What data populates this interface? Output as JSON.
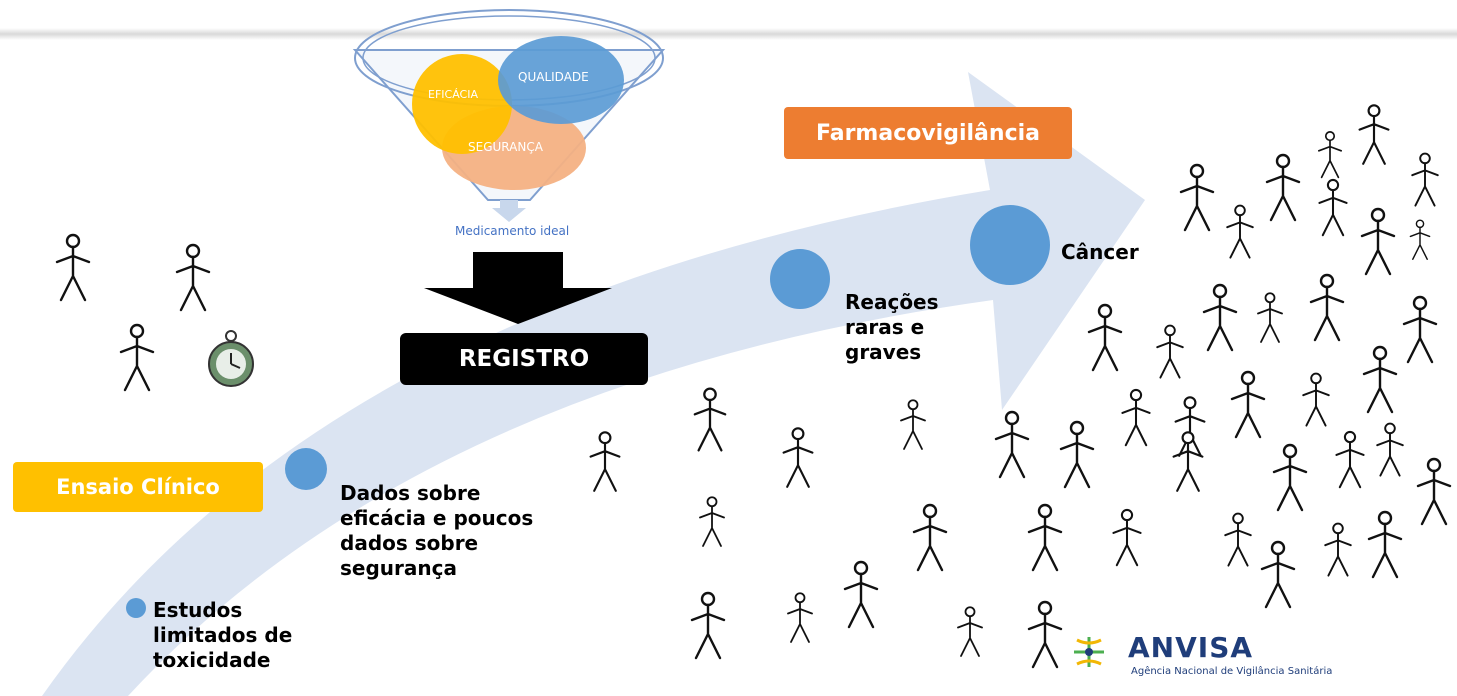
{
  "funnel": {
    "efficacy_label": "EFICÁCIA",
    "quality_label": "QUALIDADE",
    "safety_label": "SEGURANÇA",
    "caption": "Medicamento ideal"
  },
  "register_label": "REGISTRO",
  "pharmacovigilance_label": "Farmacovigilância",
  "clinical_trial_label": "Ensaio Clínico",
  "milestones": {
    "toxicity_studies": "Estudos limitados de toxicidade",
    "efficacy_data": "Dados sobre eficácia e poucos dados sobre segurança",
    "rare_reactions": "Reações raras e graves",
    "cancer": "Câncer"
  },
  "logo": {
    "name": "ANVISA",
    "subtitle": "Agência Nacional de Vigilância Sanitária"
  },
  "colors": {
    "arrow": "#dbe4f2",
    "dot": "#5b9bd5",
    "clinical_trial_tag": "#ffc000",
    "pharmacovigilance_tag": "#ed7d31",
    "efficacy_circle": "#ffc000",
    "quality_circle": "#5b9bd5",
    "safety_circle": "#f4b183",
    "logo_text": "#1f3d7a"
  }
}
